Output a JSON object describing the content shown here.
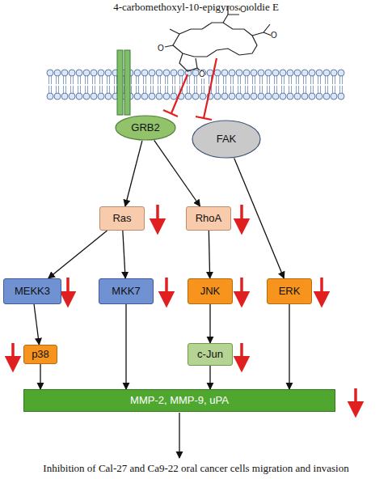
{
  "diagram": {
    "title": "4-carbomethoxyl-10-epigyrosanoldie E",
    "caption": "Inhibition of Cal-27 and Ca9-22 oral cancer cells migration and invasion",
    "nodes": [
      {
        "text": [
          "GRB2"
        ]
      },
      {
        "text": [
          "FAK"
        ]
      },
      {
        "text": [
          "Ras"
        ]
      },
      {
        "text": [
          "RhoA"
        ]
      },
      {
        "text": [
          "MEKK3"
        ]
      },
      {
        "text": [
          "MKK7"
        ]
      },
      {
        "text": [
          "JNK"
        ]
      },
      {
        "text": [
          "ERK"
        ]
      },
      {
        "text": [
          "p38"
        ]
      },
      {
        "text": [
          "c-Jun"
        ]
      },
      {
        "text": [
          "MMP-2, MMP-9, uPA"
        ]
      }
    ],
    "edges": [
      {
        "from": 0,
        "to": 2,
        "arrow": "to"
      },
      {
        "from": 0,
        "to": 3,
        "arrow": "to"
      },
      {
        "from": 1,
        "to": 7,
        "arrow": "to"
      },
      {
        "from": 2,
        "to": 4,
        "arrow": "to"
      },
      {
        "from": 2,
        "to": 5,
        "arrow": "to"
      },
      {
        "from": 3,
        "to": 6,
        "arrow": "to"
      },
      {
        "from": 4,
        "to": 8,
        "arrow": "to"
      },
      {
        "from": 6,
        "to": 9,
        "arrow": "to"
      },
      {
        "from": 8,
        "to": 10,
        "arrow": "to"
      },
      {
        "from": 5,
        "to": 10,
        "arrow": "to"
      },
      {
        "from": 9,
        "to": 10,
        "arrow": "to"
      },
      {
        "from": 7,
        "to": 10,
        "arrow": "to"
      }
    ],
    "labels": [
      "O",
      "O",
      "O",
      "O"
    ]
  }
}
